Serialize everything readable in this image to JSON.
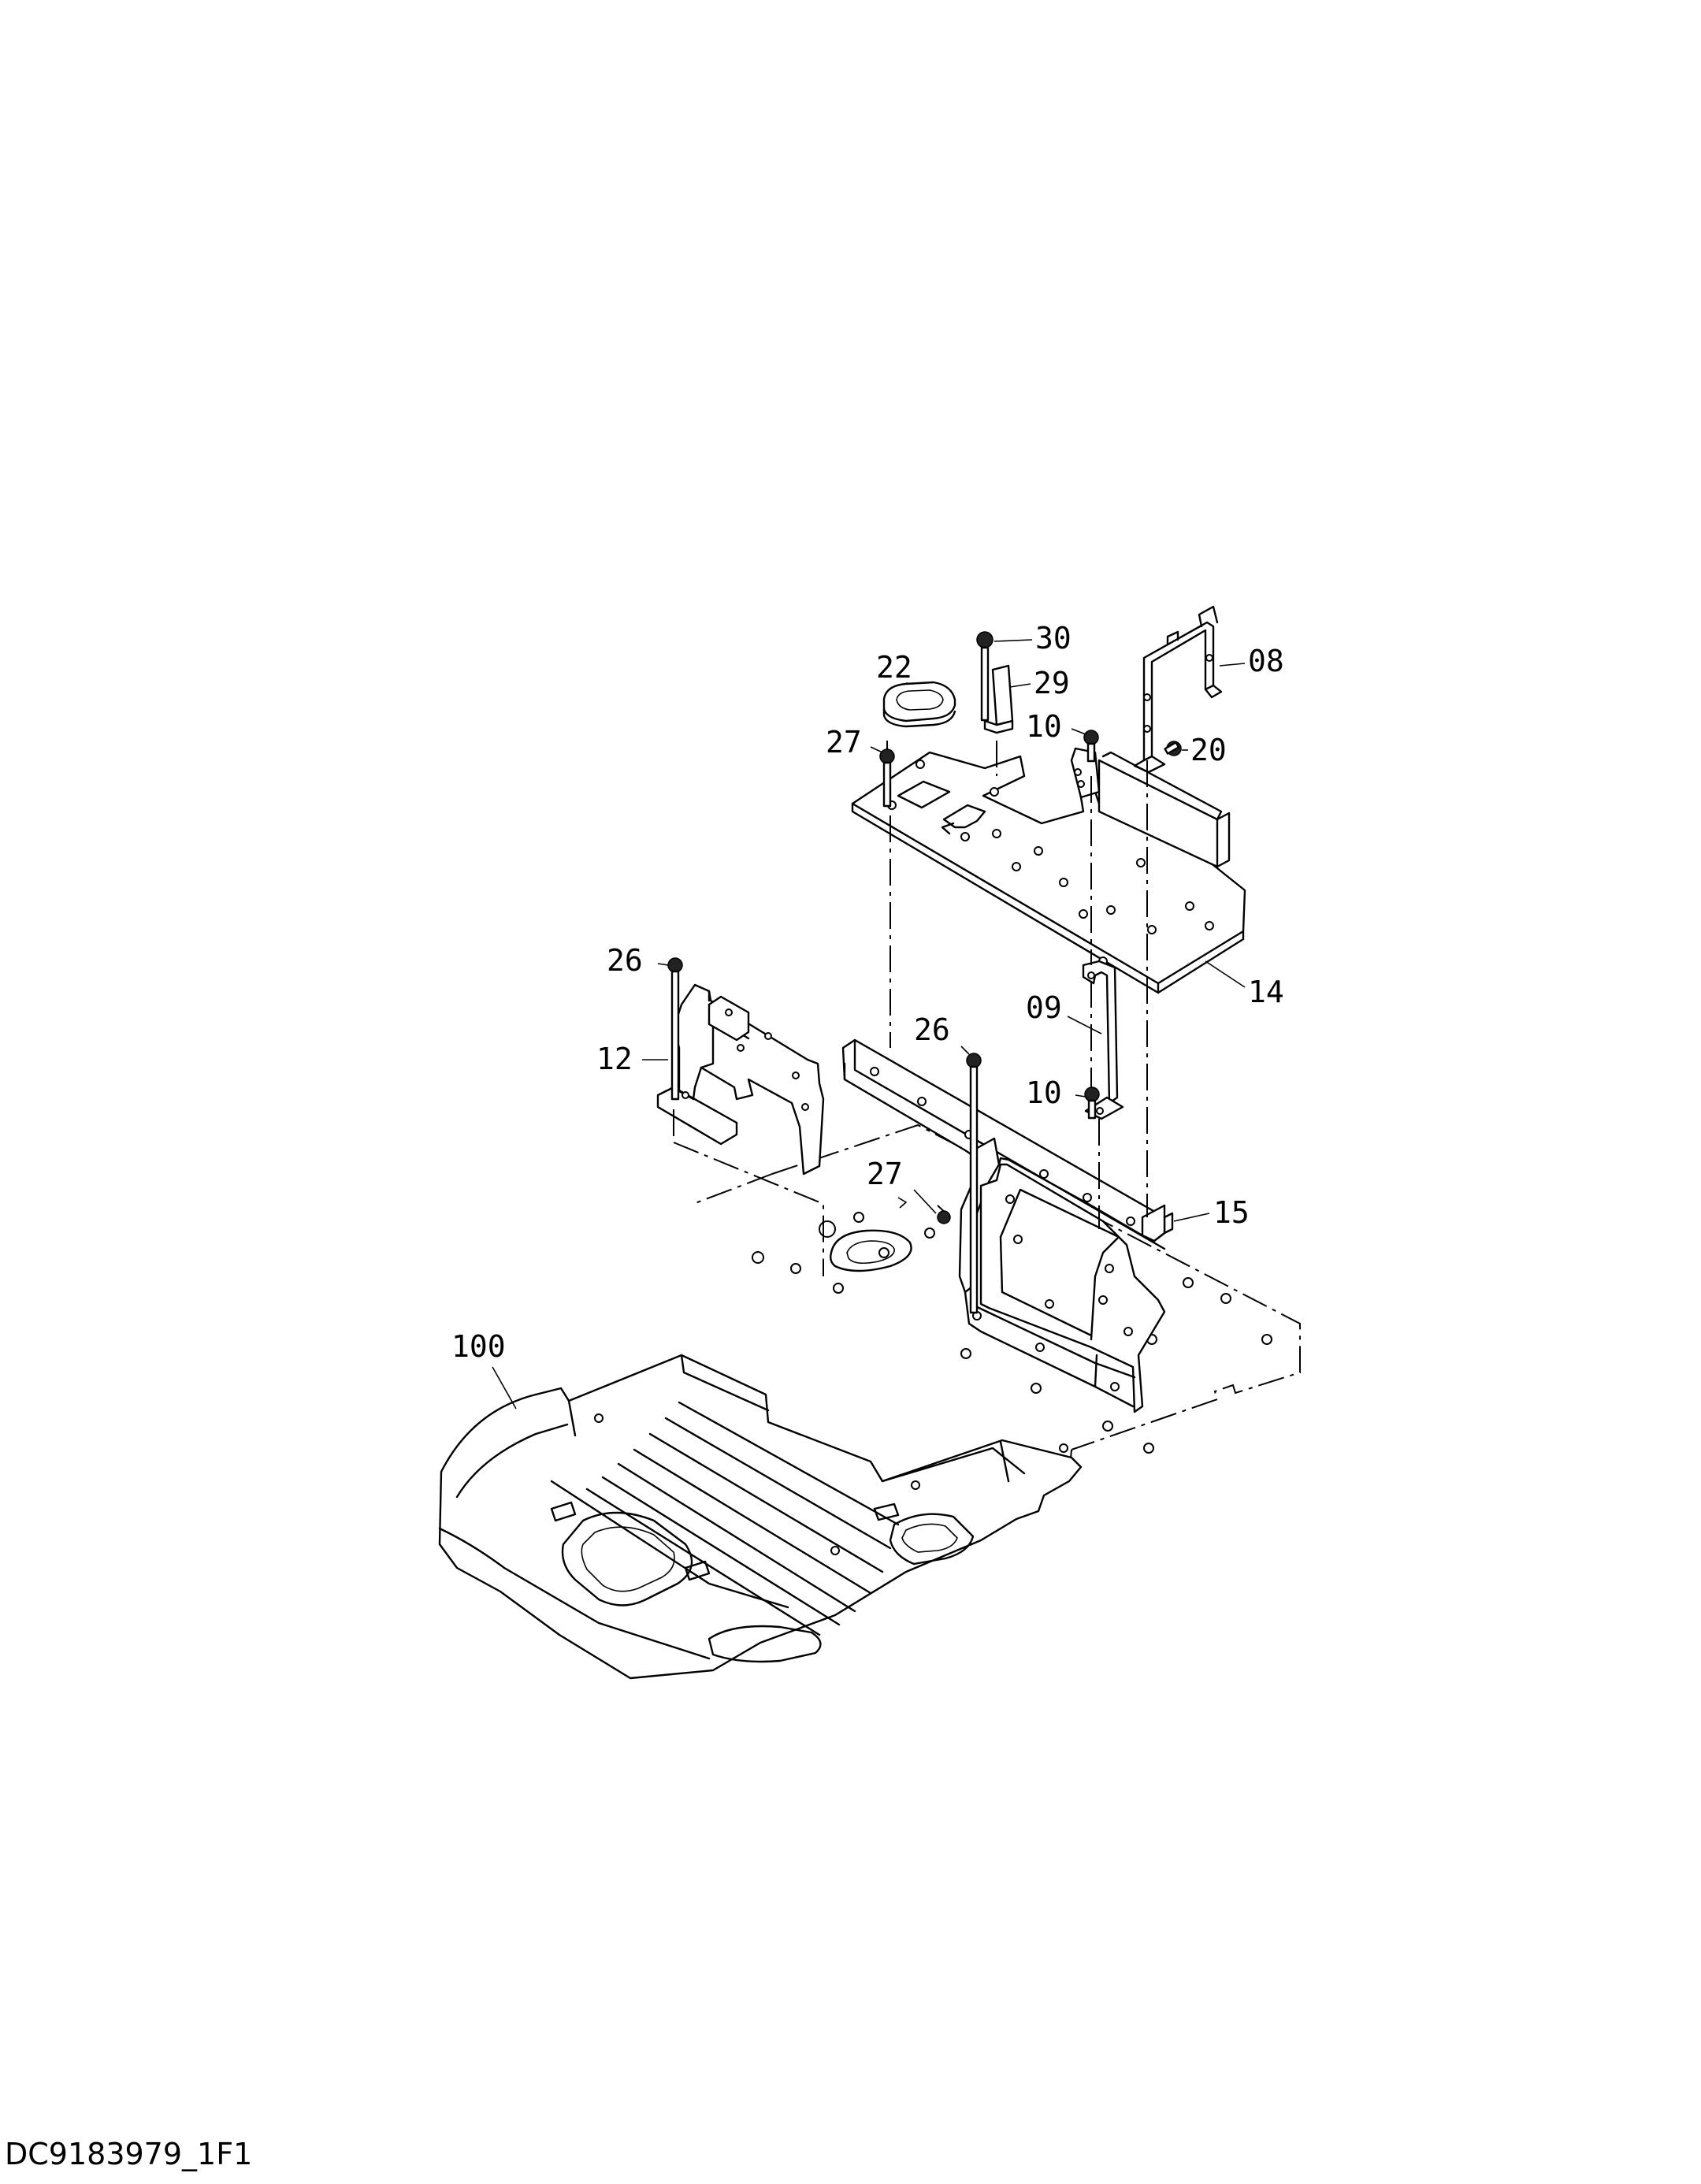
{
  "drawing_code": "DC9183979_1F1",
  "callouts": [
    "30",
    "22",
    "29",
    "08",
    "27",
    "10",
    "20",
    "26",
    "14",
    "09",
    "12",
    "26",
    "10",
    "27",
    "15",
    "100"
  ]
}
